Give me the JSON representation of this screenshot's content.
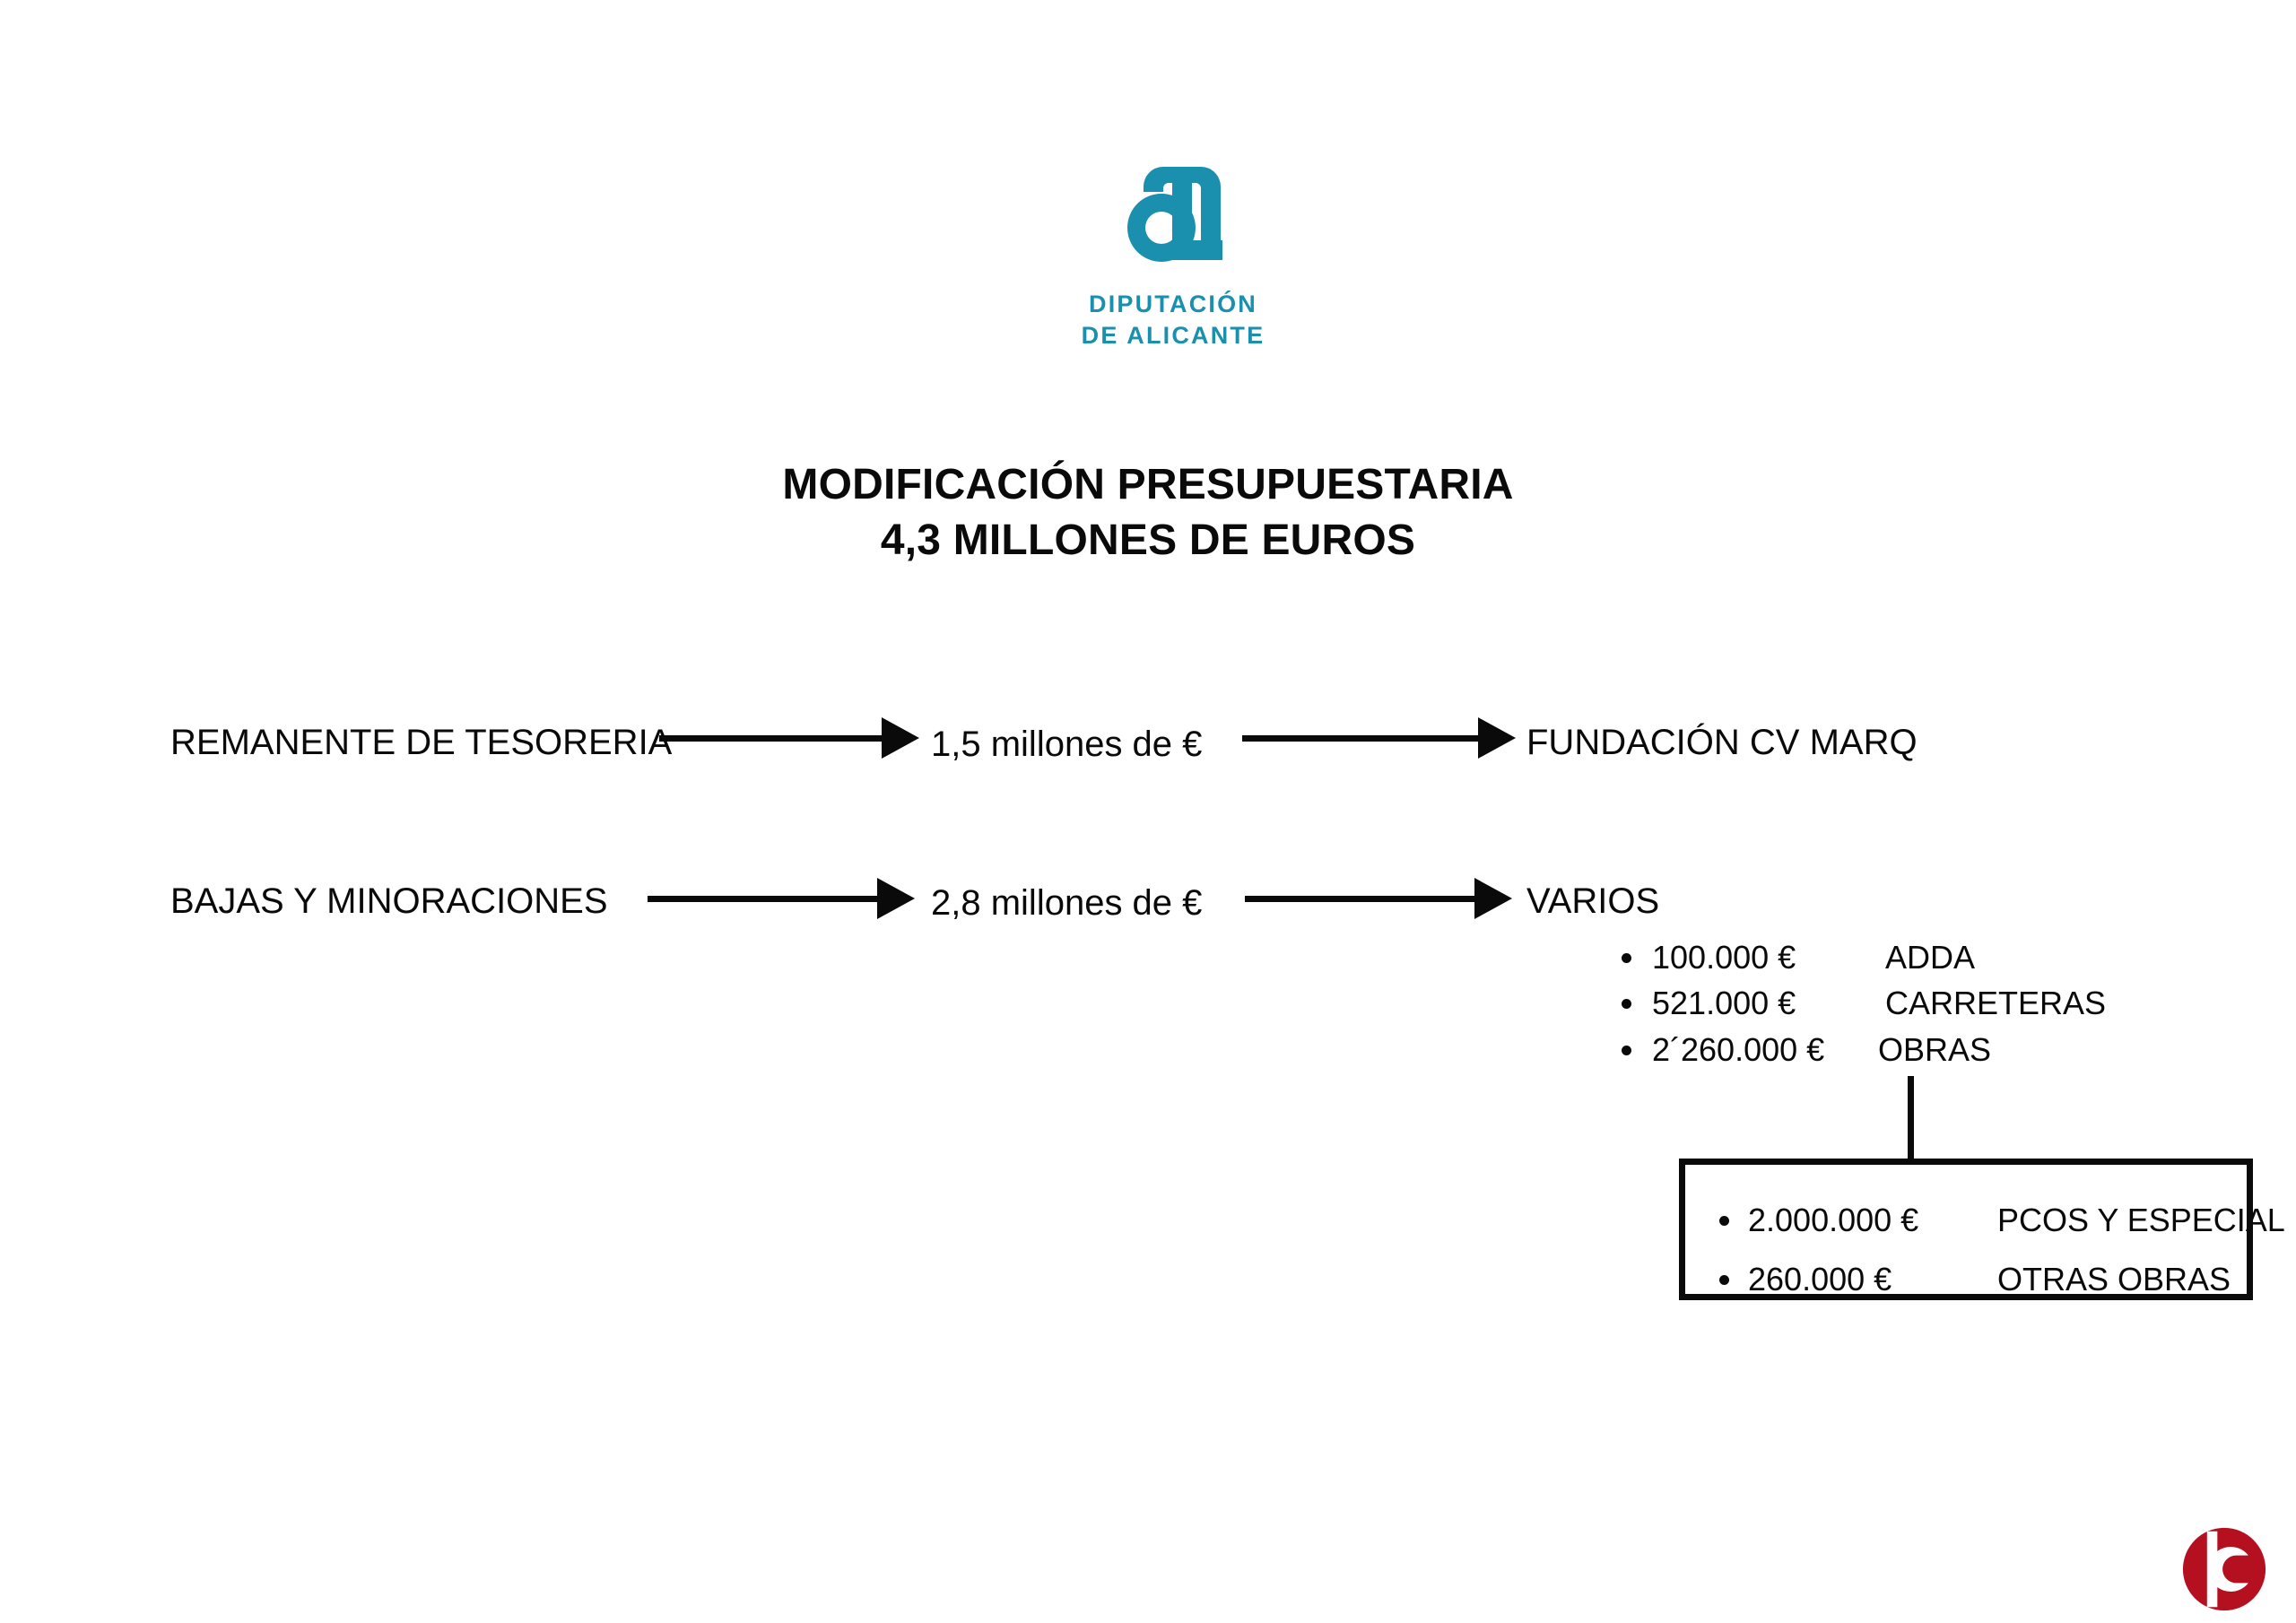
{
  "brand": {
    "logo_icon": "diputacion-alicante-monogram-icon",
    "wordmark_line1": "DIPUTACIÓN",
    "wordmark_line2": "DE ALICANTE",
    "color": "#1a8fae"
  },
  "title": {
    "line1": "MODIFICACIÓN PRESUPUESTARIA",
    "line2": "4,3 MILLONES DE EUROS"
  },
  "flows": [
    {
      "source": "REMANENTE DE TESORERIA",
      "amount": "1,5 millones de €",
      "destination": "FUNDACIÓN CV MARQ"
    },
    {
      "source": "BAJAS Y MINORACIONES",
      "amount": "2,8 millones de €",
      "destination": "VARIOS"
    }
  ],
  "varios_breakdown": [
    {
      "amount": "100.000 €",
      "label": "ADDA"
    },
    {
      "amount": "521.000 €",
      "label": "CARRETERAS"
    },
    {
      "amount": "2´260.000 €",
      "label": "OBRAS"
    }
  ],
  "obras_detail": [
    {
      "amount": "2.000.000 €",
      "label": "PCOS Y ESPECIAL"
    },
    {
      "amount": "260.000 €",
      "label": "OTRAS OBRAS"
    }
  ],
  "corner": {
    "logo_icon": "red-circle-c-logo-icon",
    "color": "#b51020"
  }
}
